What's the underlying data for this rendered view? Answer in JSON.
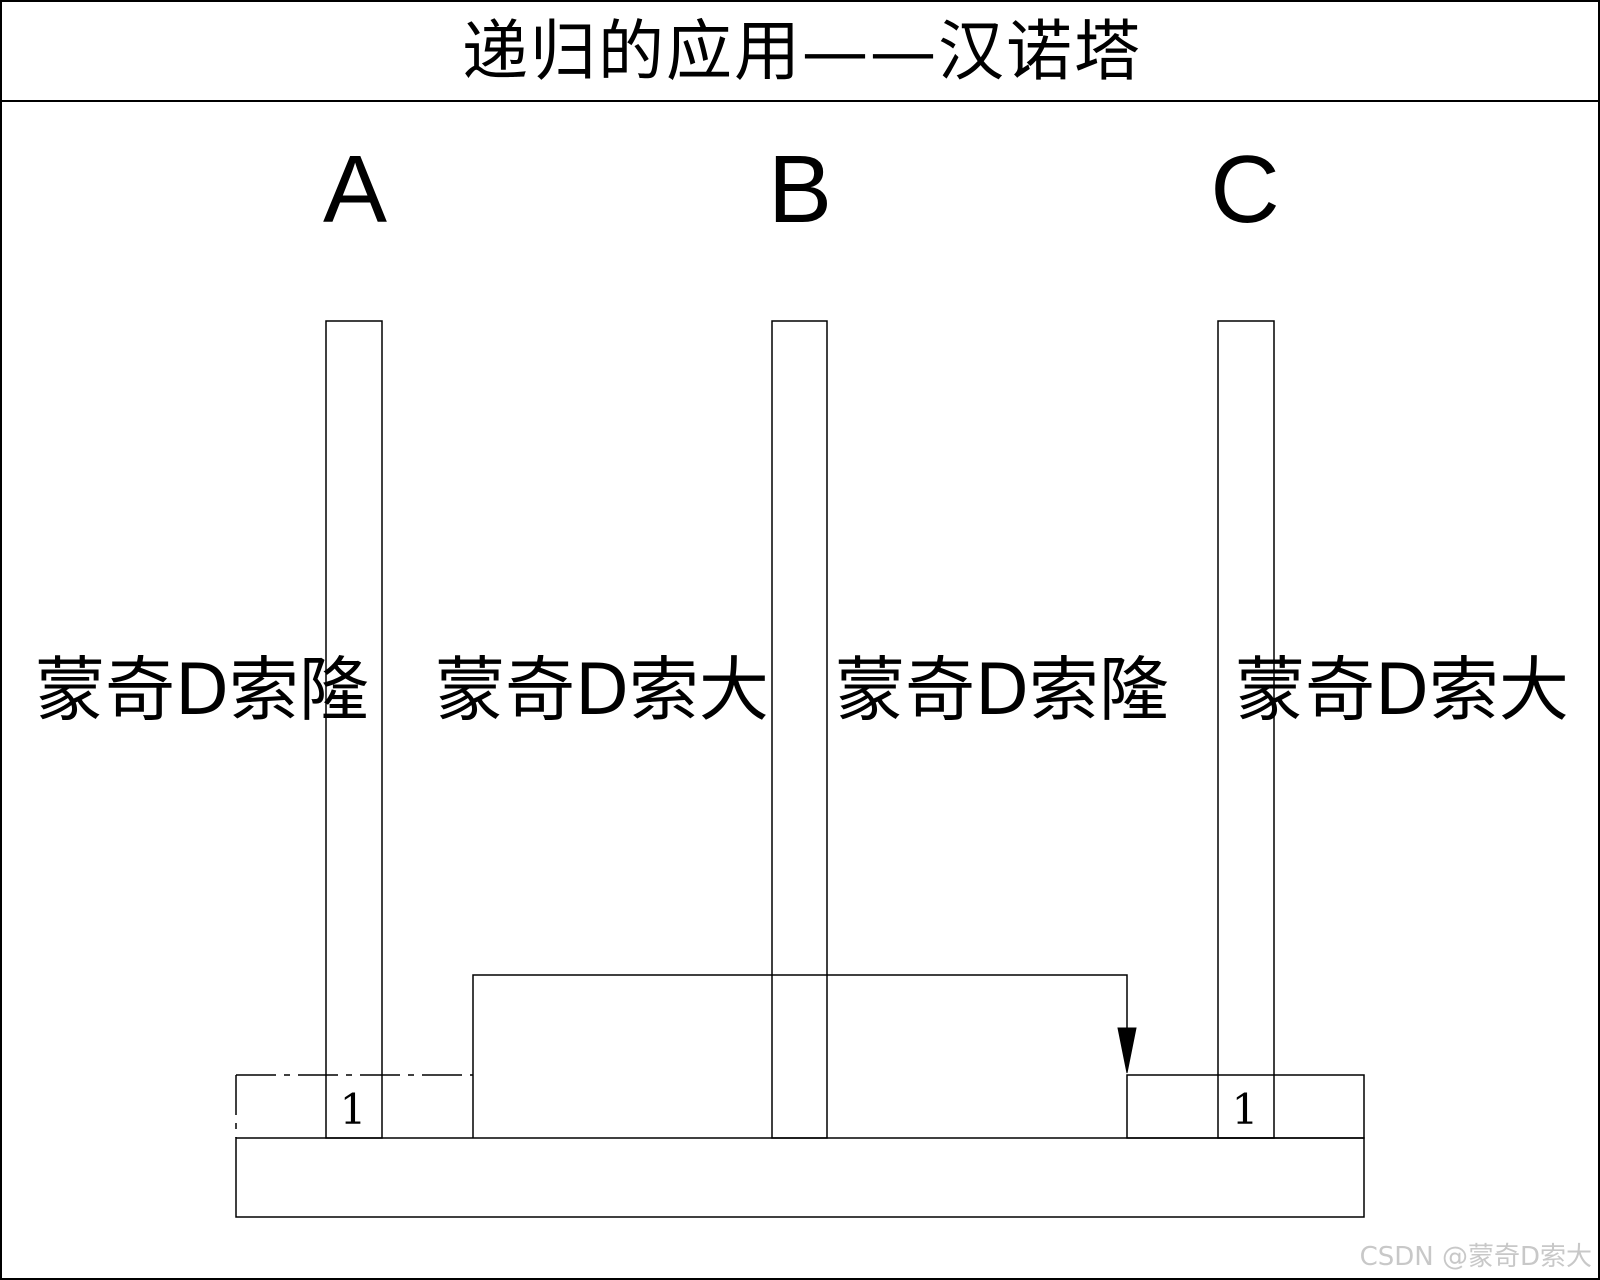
{
  "title": "递归的应用——汉诺塔",
  "pegs": [
    {
      "label": "A"
    },
    {
      "label": "B"
    },
    {
      "label": "C"
    }
  ],
  "name_labels": [
    "蒙奇D索隆",
    "蒙奇D索大",
    "蒙奇D索隆",
    "蒙奇D索大"
  ],
  "disks": {
    "source_disk_number": "1",
    "target_disk_number": "1"
  },
  "watermark": "CSDN @蒙奇D索大"
}
